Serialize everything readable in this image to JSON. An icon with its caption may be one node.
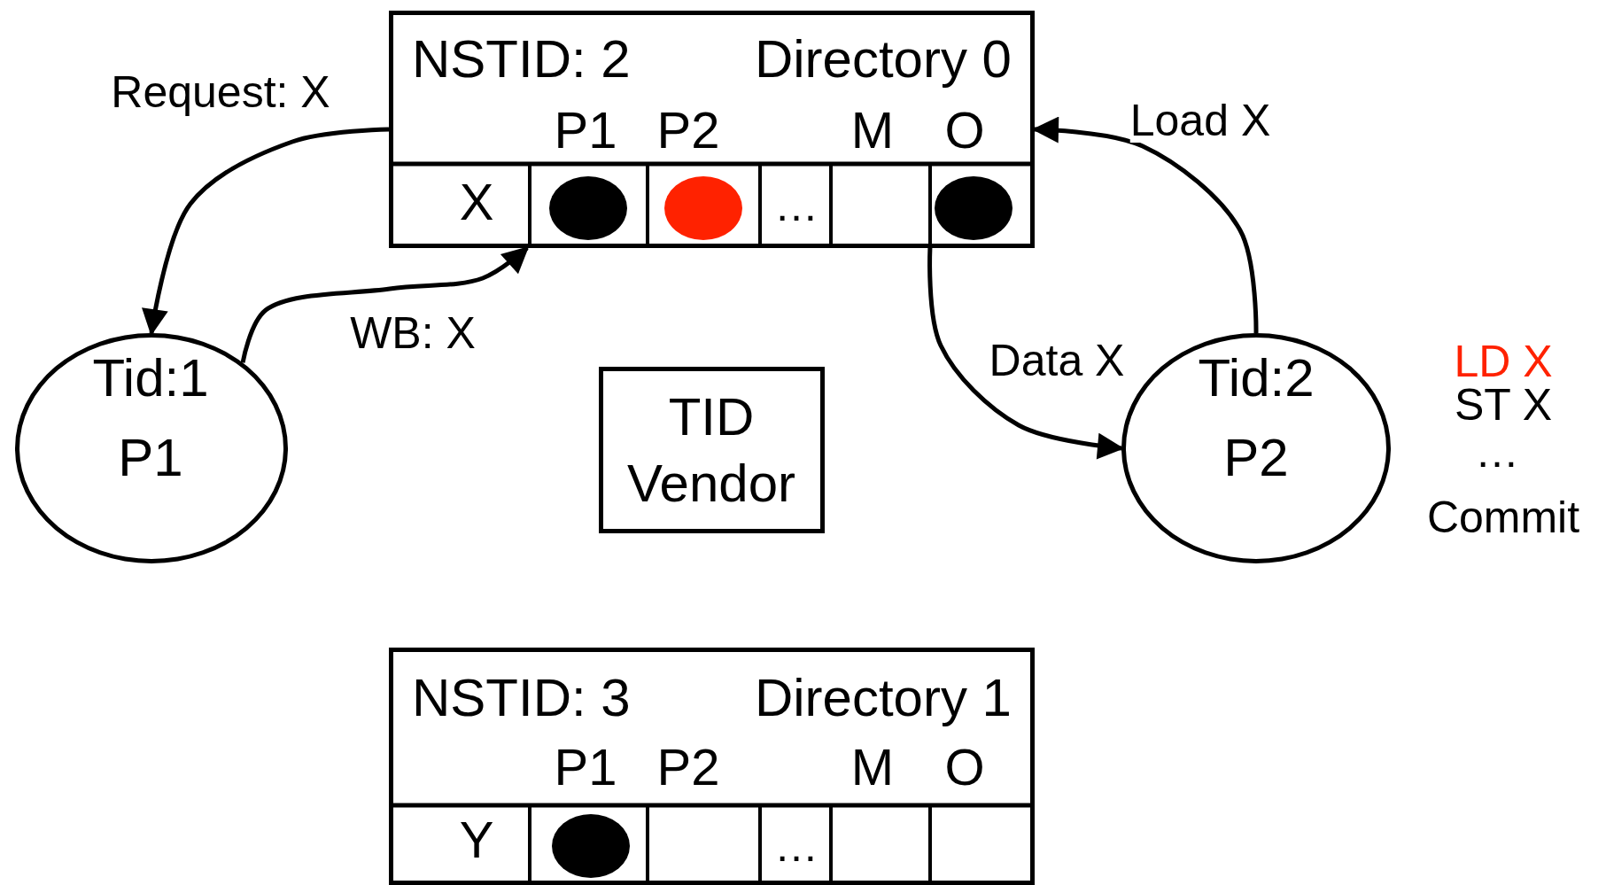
{
  "diagram": {
    "nodes": [
      {
        "text": [
          "NSTID: 2",
          "Directory 0"
        ]
      },
      {
        "text": [],
        "shape": "circle",
        "in": 0
      },
      {
        "text": [],
        "shape": "circle",
        "in": 0
      },
      {
        "text": [],
        "shape": "circle",
        "in": 0
      },
      {
        "text": [
          "Tid:1",
          "P1"
        ]
      },
      {
        "text": [
          "TID Vendor"
        ]
      },
      {
        "text": [
          "Tid:2",
          "P2"
        ]
      },
      {
        "text": [
          "NSTID: 3",
          "Directory 1"
        ]
      },
      {
        "text": [],
        "shape": "circle",
        "in": 7
      }
    ],
    "edges": [
      {
        "from": 0,
        "to": 4,
        "arrow": "to",
        "label": "Request: X"
      },
      {
        "from": 4,
        "to": 0,
        "arrow": "to",
        "label": "WB: X"
      },
      {
        "from": 0,
        "to": 6,
        "arrow": "to",
        "label": "Data X"
      },
      {
        "from": 6,
        "to": 0,
        "arrow": "to",
        "label": "Load X"
      }
    ],
    "labels": [
      "P1",
      "P2",
      "M",
      "O",
      "X",
      "…",
      "LD X",
      "ST X",
      "…",
      "Commit",
      "P1",
      "P2",
      "M",
      "O",
      "Y",
      "…"
    ]
  }
}
